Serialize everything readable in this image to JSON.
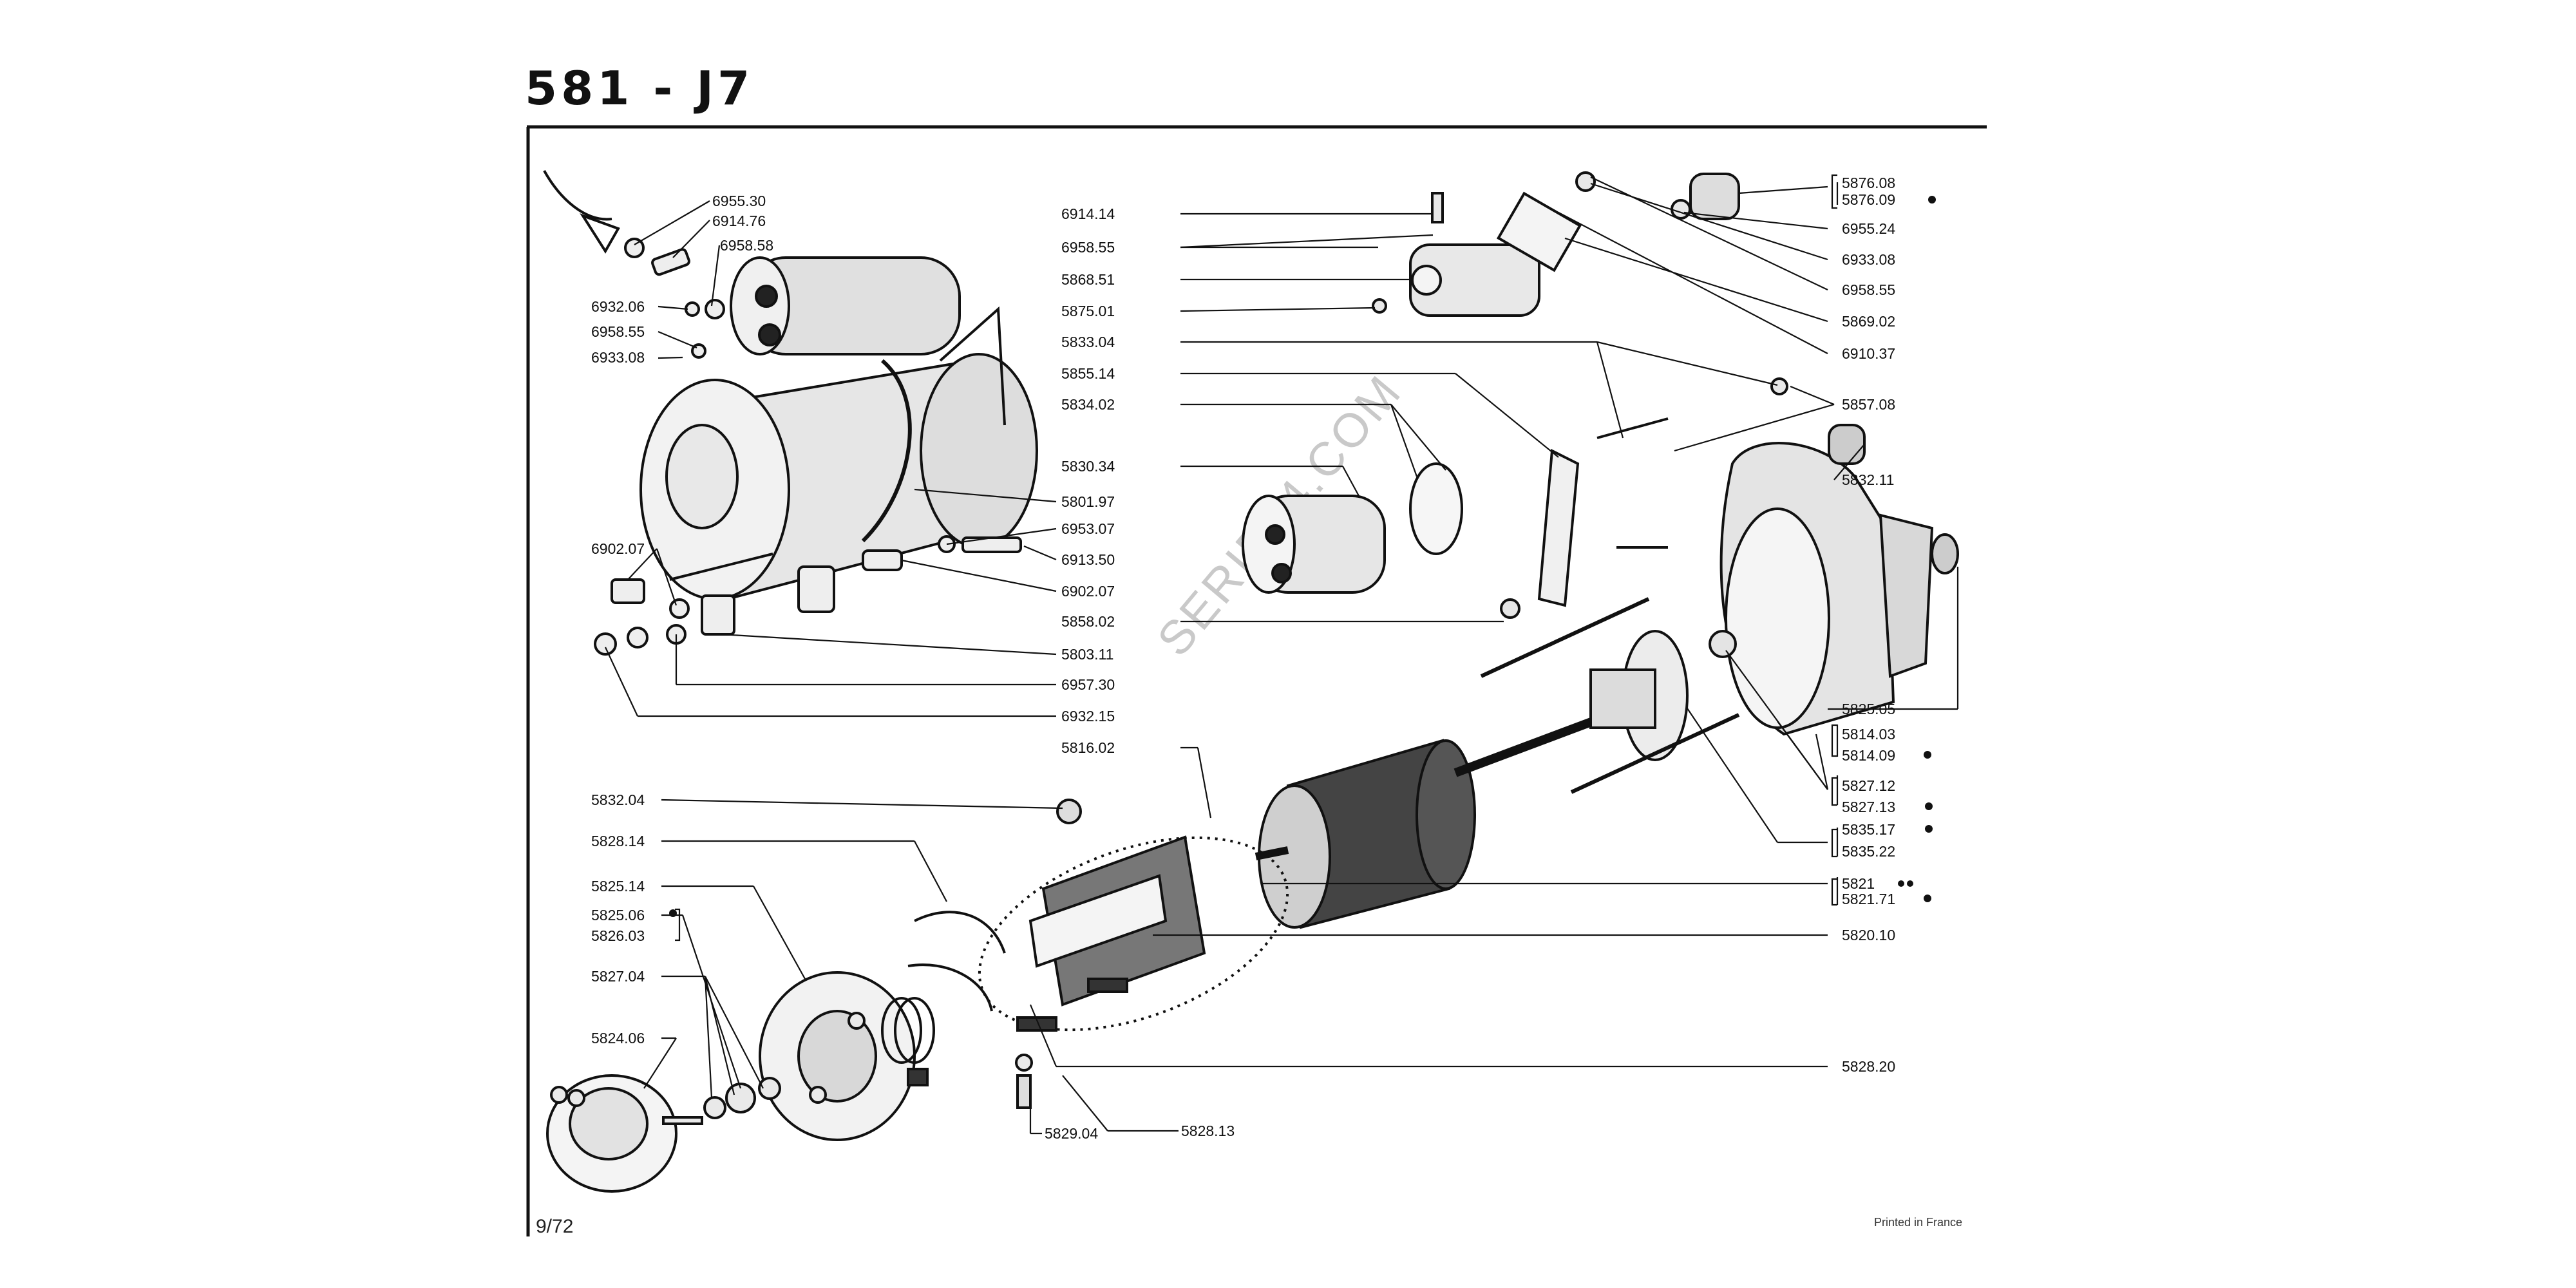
{
  "header": {
    "title": "581 - J7"
  },
  "footer": {
    "page": "9/72",
    "printed": "Printed in France"
  },
  "watermark": "SERIE04.COM",
  "labels": {
    "a6955_30": "6955.30",
    "a6914_76": "6914.76",
    "a6958_58": "6958.58",
    "a6932_06": "6932.06",
    "a6958_55_l": "6958.55",
    "a6933_08_l": "6933.08",
    "a6902_07_l": "6902.07",
    "a5801_97": "5801.97",
    "a6953_07": "6953.07",
    "a6913_50": "6913.50",
    "a6902_07_r": "6902.07",
    "a5803_11": "5803.11",
    "a6957_30": "6957.30",
    "a6932_15": "6932.15",
    "a6914_14": "6914.14",
    "a6958_55_m": "6958.55",
    "a5868_51": "5868.51",
    "a5875_01": "5875.01",
    "a5833_04": "5833.04",
    "a5855_14": "5855.14",
    "a5834_02": "5834.02",
    "a5830_34": "5830.34",
    "a5858_02": "5858.02",
    "a5816_02": "5816.02",
    "a5876_08": "5876.08",
    "a5876_09": "5876.09",
    "a6955_24": "6955.24",
    "a6933_08_r": "6933.08",
    "a6958_55_r": "6958.55",
    "a5869_02": "5869.02",
    "a6910_37": "6910.37",
    "a5857_08": "5857.08",
    "a5832_11": "5832.11",
    "a5825_05": "5825.05",
    "a5814_03": "5814.03",
    "a5814_09": "5814.09",
    "a5827_12": "5827.12",
    "a5827_13": "5827.13",
    "a5835_17": "5835.17",
    "a5835_22": "5835.22",
    "a5821": "5821",
    "a5821_71": "5821.71",
    "a5820_10": "5820.10",
    "a5828_20": "5828.20",
    "a5832_04": "5832.04",
    "a5828_14": "5828.14",
    "a5825_14": "5825.14",
    "a5825_06": "5825.06",
    "a5826_03": "5826.03",
    "a5827_04": "5827.04",
    "a5824_06": "5824.06",
    "a5829_04": "5829.04",
    "a5828_13": "5828.13"
  }
}
